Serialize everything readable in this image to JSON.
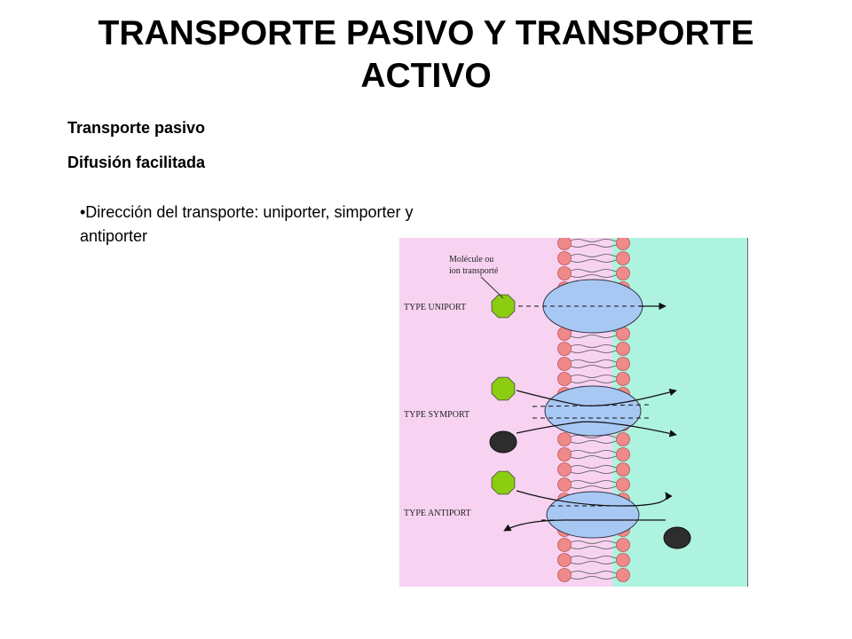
{
  "slide": {
    "title": "TRANSPORTE PASIVO Y TRANSPORTE ACTIVO",
    "heading_1": "Transporte pasivo",
    "heading_2": "Difusión facilitada",
    "bullet": "•Dirección del transporte: uniporter, simporter y antiporter"
  },
  "figure": {
    "molecule_label_line1": "Molécule ou",
    "molecule_label_line2": "ion transporté",
    "uniport_label": "TYPE UNIPORT",
    "symport_label": "TYPE SYMPORT",
    "antiport_label": "TYPE ANTIPORT",
    "colors": {
      "outside": "#f7d3f1",
      "inside": "#aef3df",
      "lipid_head": "#f08a8a",
      "protein": "#a8c8f4",
      "molecule_green": "#8ccd12",
      "molecule_dark": "#2d2d2d",
      "arrow": "#111111"
    }
  }
}
